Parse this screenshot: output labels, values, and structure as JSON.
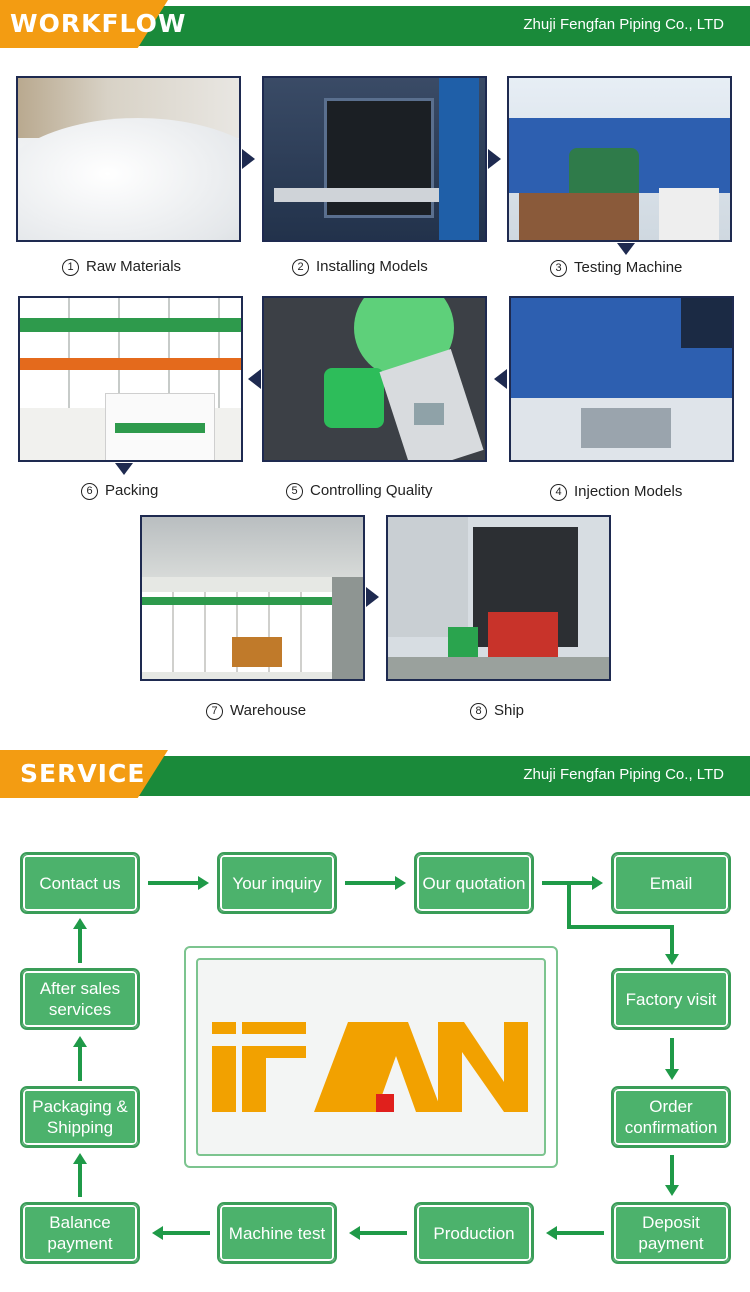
{
  "workflow": {
    "header_title": "WORKFLOW",
    "company": "Zhuji Fengfan Piping Co., LTD",
    "steps": [
      {
        "num": "1",
        "label": "Raw Materials"
      },
      {
        "num": "2",
        "label": "Installing Models"
      },
      {
        "num": "3",
        "label": "Testing Machine"
      },
      {
        "num": "4",
        "label": "Injection Models"
      },
      {
        "num": "5",
        "label": "Controlling Quality"
      },
      {
        "num": "6",
        "label": "Packing"
      },
      {
        "num": "7",
        "label": "Warehouse"
      },
      {
        "num": "8",
        "label": "Ship"
      }
    ]
  },
  "service": {
    "header_title": "SERVICE",
    "company": "Zhuji Fengfan Piping Co., LTD",
    "boxes": {
      "contact": "Contact us",
      "inquiry": "Your inquiry",
      "quotation": "Our quotation",
      "email": "Email",
      "factory": "Factory visit",
      "order": "Order confirmation",
      "deposit": "Deposit payment",
      "production": "Production",
      "machine": "Machine test",
      "balance": "Balance payment",
      "packaging": "Packaging & Shipping",
      "after_sales": "After sales services"
    },
    "logo_text": "IFAN"
  },
  "colors": {
    "green": "#1a8a3a",
    "orange": "#f39c12",
    "box_green": "#4cb26c",
    "logo_orange": "#f2a100",
    "logo_red": "#e0201c"
  }
}
